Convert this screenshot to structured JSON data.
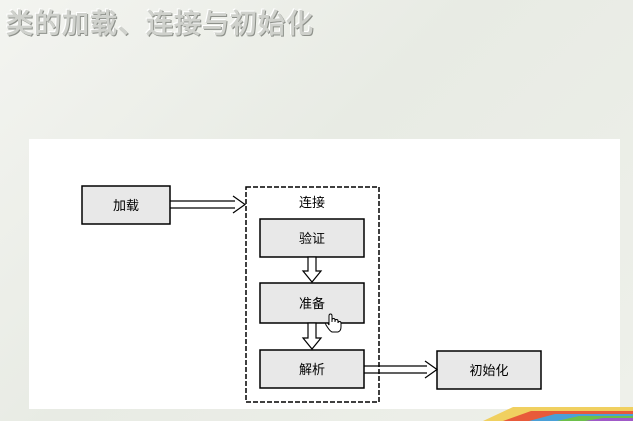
{
  "slide": {
    "title": "类的加载、连接与初始化"
  },
  "diagram": {
    "nodes": {
      "load": "加载",
      "link_group": "连接",
      "verify": "验证",
      "prepare": "准备",
      "resolve": "解析",
      "initialize": "初始化"
    },
    "cursor_icon": "hand-pointer-icon"
  },
  "colors": {
    "box_fill": "#e8e8e8",
    "line": "#000000",
    "title_fill": "#cfd1cc"
  }
}
